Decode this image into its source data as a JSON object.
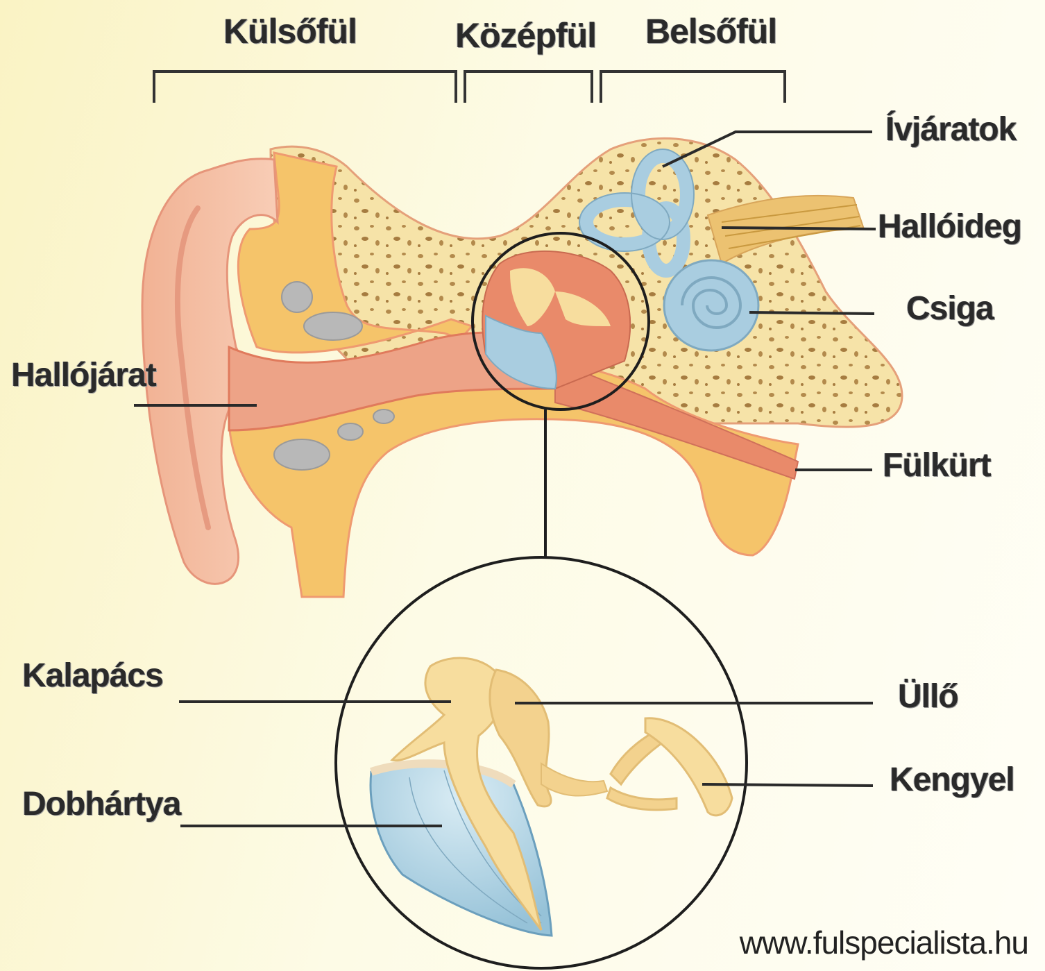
{
  "sections": {
    "outer": "Külsőfül",
    "middle": "Középfül",
    "inner": "Belsőfül"
  },
  "labels": {
    "ivjaratok": "Ívjáratok",
    "halloideg": "Hallóideg",
    "csiga": "Csiga",
    "hallojarat": "Hallójárat",
    "fulkurt": "Fülkürt",
    "kalapacs": "Kalapács",
    "ullo": "Üllő",
    "kengyel": "Kengyel",
    "dobhartya": "Dobhártya"
  },
  "credit": "www.fulspecialista.hu",
  "colors": {
    "bone": "#f6e3a8",
    "tissue": "#f5c46a",
    "skin": "#f3b79b",
    "canal": "#e98a6a",
    "labyrinth": "#a9cde0",
    "ossicle": "#f7dd9e",
    "nerve": "#ecc271"
  }
}
